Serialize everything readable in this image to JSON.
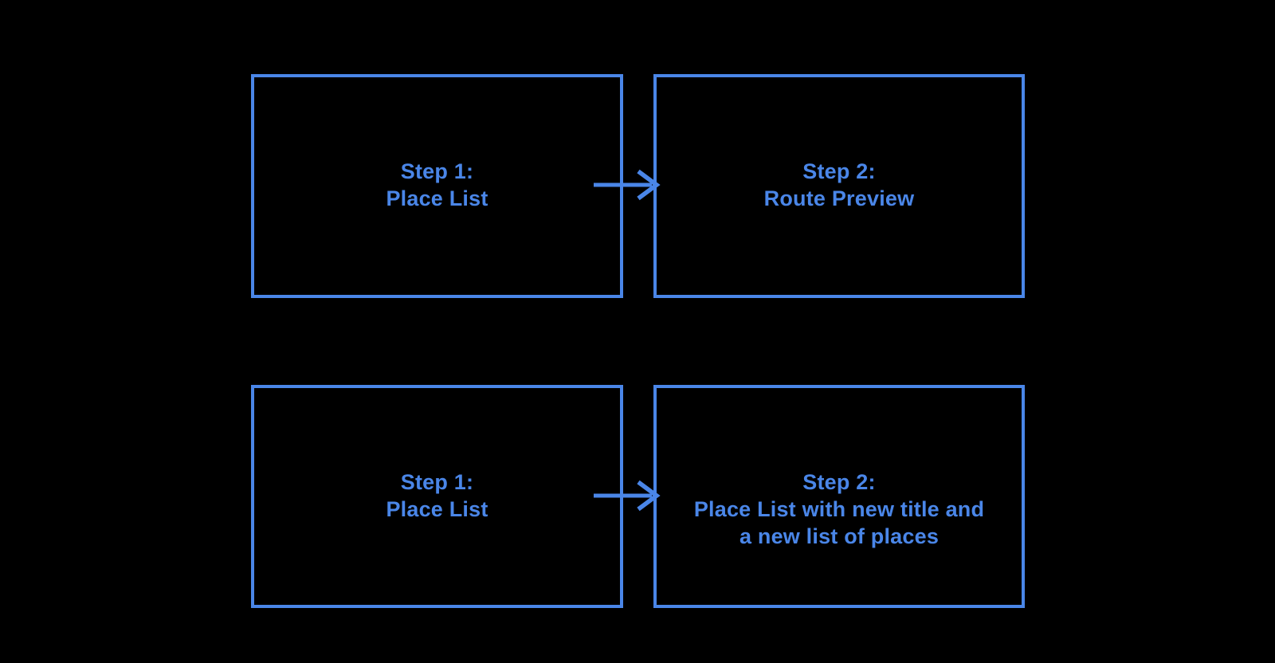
{
  "theme": {
    "background_color": "#000000",
    "accent_color": "#4a86e8"
  },
  "diagram": {
    "flows": [
      {
        "from": {
          "line1": "Step 1:",
          "line2": "Place List"
        },
        "arrow_icon": "right-arrow",
        "to": {
          "line1": "Step 2:",
          "line2": "Route Preview"
        }
      },
      {
        "from": {
          "line1": "Step 1:",
          "line2": "Place List"
        },
        "arrow_icon": "right-arrow",
        "to": {
          "line1": "Step 2:",
          "line2": "Place List with new title and",
          "line3": "a new list of places"
        }
      }
    ]
  }
}
